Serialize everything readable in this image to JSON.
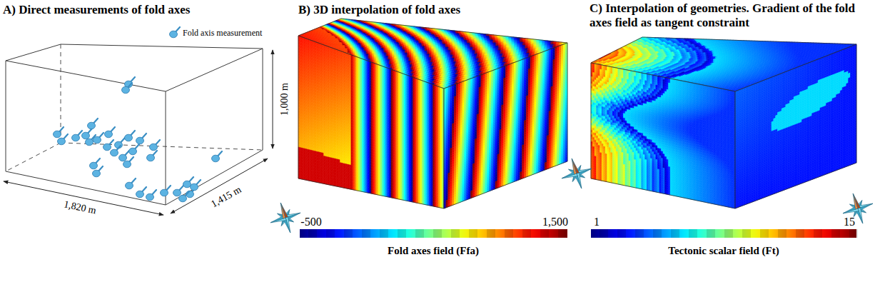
{
  "diagram": {
    "labels": [
      "A) Direct measurements of fold axes",
      "Fold axis measurement",
      "1,820 m",
      "1,415 m",
      "1,000 m",
      "B) 3D interpolation of fold axes",
      "-500",
      "1,500",
      "Fold axes field (Ffa)",
      "C) Interpolation of geometries. Gradient of the fold axes field as tangent constraint",
      "1",
      "15",
      "Tectonic scalar field (Ft)"
    ]
  }
}
